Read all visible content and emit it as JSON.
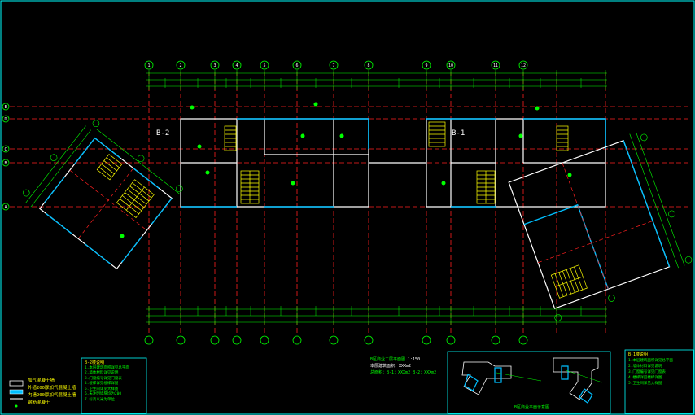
{
  "drawing": {
    "block_left_label": "B-2",
    "block_right_label": "B-1",
    "top_axes": [
      "1",
      "2",
      "3",
      "4",
      "5",
      "6",
      "7",
      "8",
      "9",
      "10",
      "11",
      "12"
    ],
    "row_axes": [
      "E",
      "D",
      "C",
      "B",
      "A"
    ],
    "colors": {
      "background": "#000000",
      "wall": "#ffffff",
      "axis": "#ff2020",
      "dimension": "#00ff00",
      "window": "#00bfff",
      "stair": "#ffff00",
      "accent": "#ff00ff"
    }
  },
  "legend": {
    "items": [
      "加气混凝土墙",
      "外墙200厚加气混凝土墙",
      "内墙200厚加气混凝土墙",
      "钢筋混凝土"
    ]
  },
  "notes_left": {
    "title": "B-2楼说明",
    "lines": [
      "1.本层建筑面积详见总平面",
      "2.墙体材料详见说明",
      "3.门窗编号详见门窗表",
      "4.楼梯详见楼梯详图",
      "5.卫生间详见大样图",
      "6.未注明墙厚均为200",
      "7.标高以米为单位"
    ]
  },
  "notes_center": {
    "title": "B区商业二层平面图",
    "scale": "1:150",
    "line1": "本层建筑面积：XXXm2",
    "line2": "总面积：B-1：XXXm2  B-2：XXXm2"
  },
  "notes_right": {
    "title": "B-1楼说明",
    "lines": [
      "1.本层建筑面积详见总平面",
      "2.墙体材料详见说明",
      "3.门窗编号详见门窗表",
      "4.楼梯详见楼梯详图",
      "5.卫生间详见大样图"
    ]
  },
  "keyplan": {
    "caption": "B区商业平面示意图"
  }
}
